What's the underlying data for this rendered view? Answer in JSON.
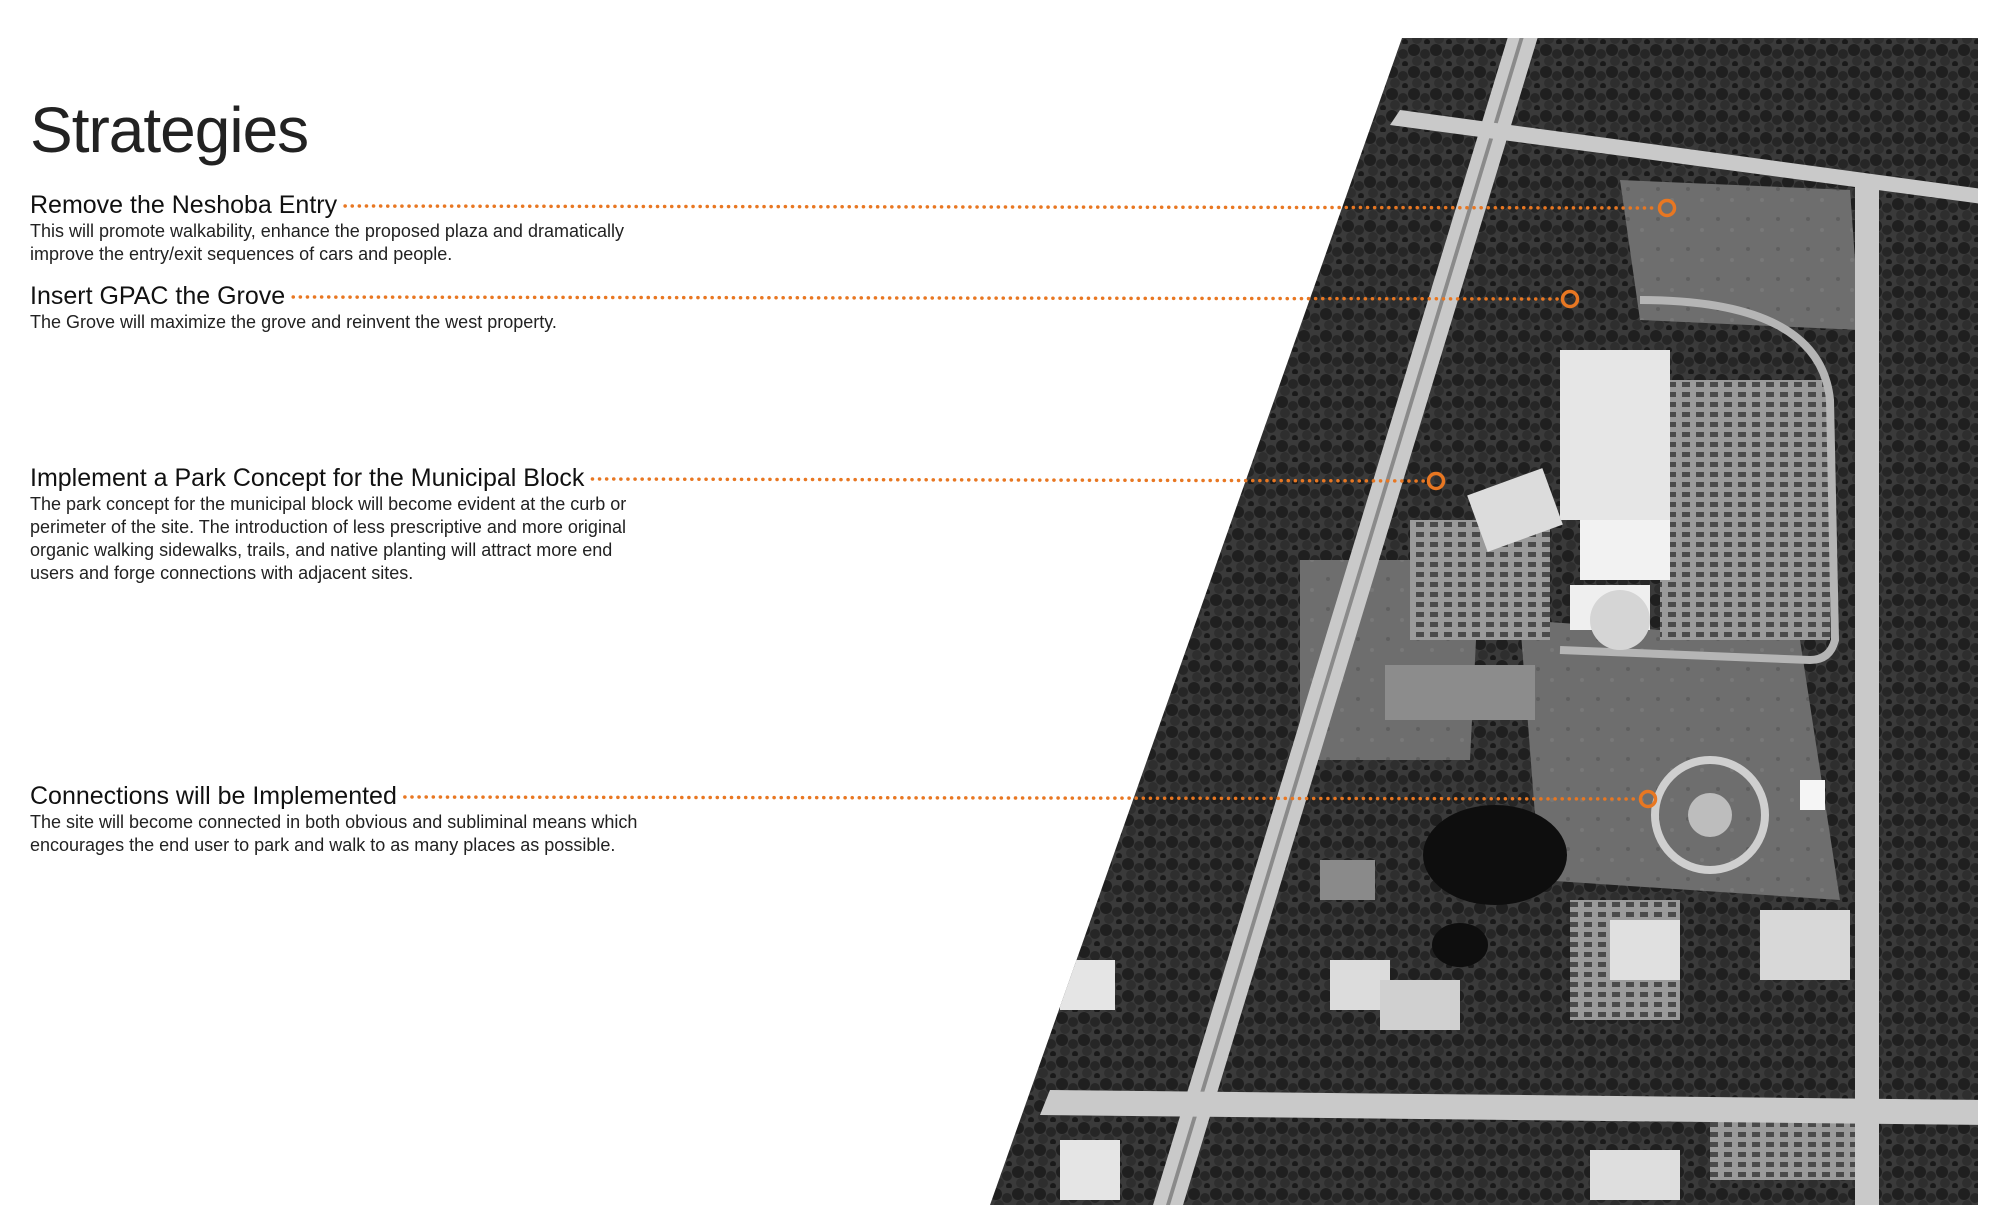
{
  "title": "Strategies",
  "strategies": [
    {
      "heading": "Remove the Neshoba Entry",
      "body": "This will promote walkability, enhance the proposed plaza and dramatically improve the entry/exit sequences of cars and people."
    },
    {
      "heading": "Insert GPAC the Grove",
      "body": "The Grove will maximize the grove and reinvent the west property."
    },
    {
      "heading": "Implement a Park Concept for the Municipal Block",
      "body": "The park concept for the municipal block will become evident at the curb or perimeter of the site. The introduction of less prescriptive and more original organic walking sidewalks, trails, and native planting will attract more end users and forge connections with adjacent sites."
    },
    {
      "heading": "Connections will be Implemented",
      "body": "The site will become connected in both obvious and subliminal means which encourages the end user to park and walk to as many places as possible."
    }
  ],
  "colors": {
    "accent": "#e87722",
    "map_dark": "#2b2b2b",
    "map_road": "#bdbdbd"
  },
  "marker_icon": "circle-marker-icon"
}
